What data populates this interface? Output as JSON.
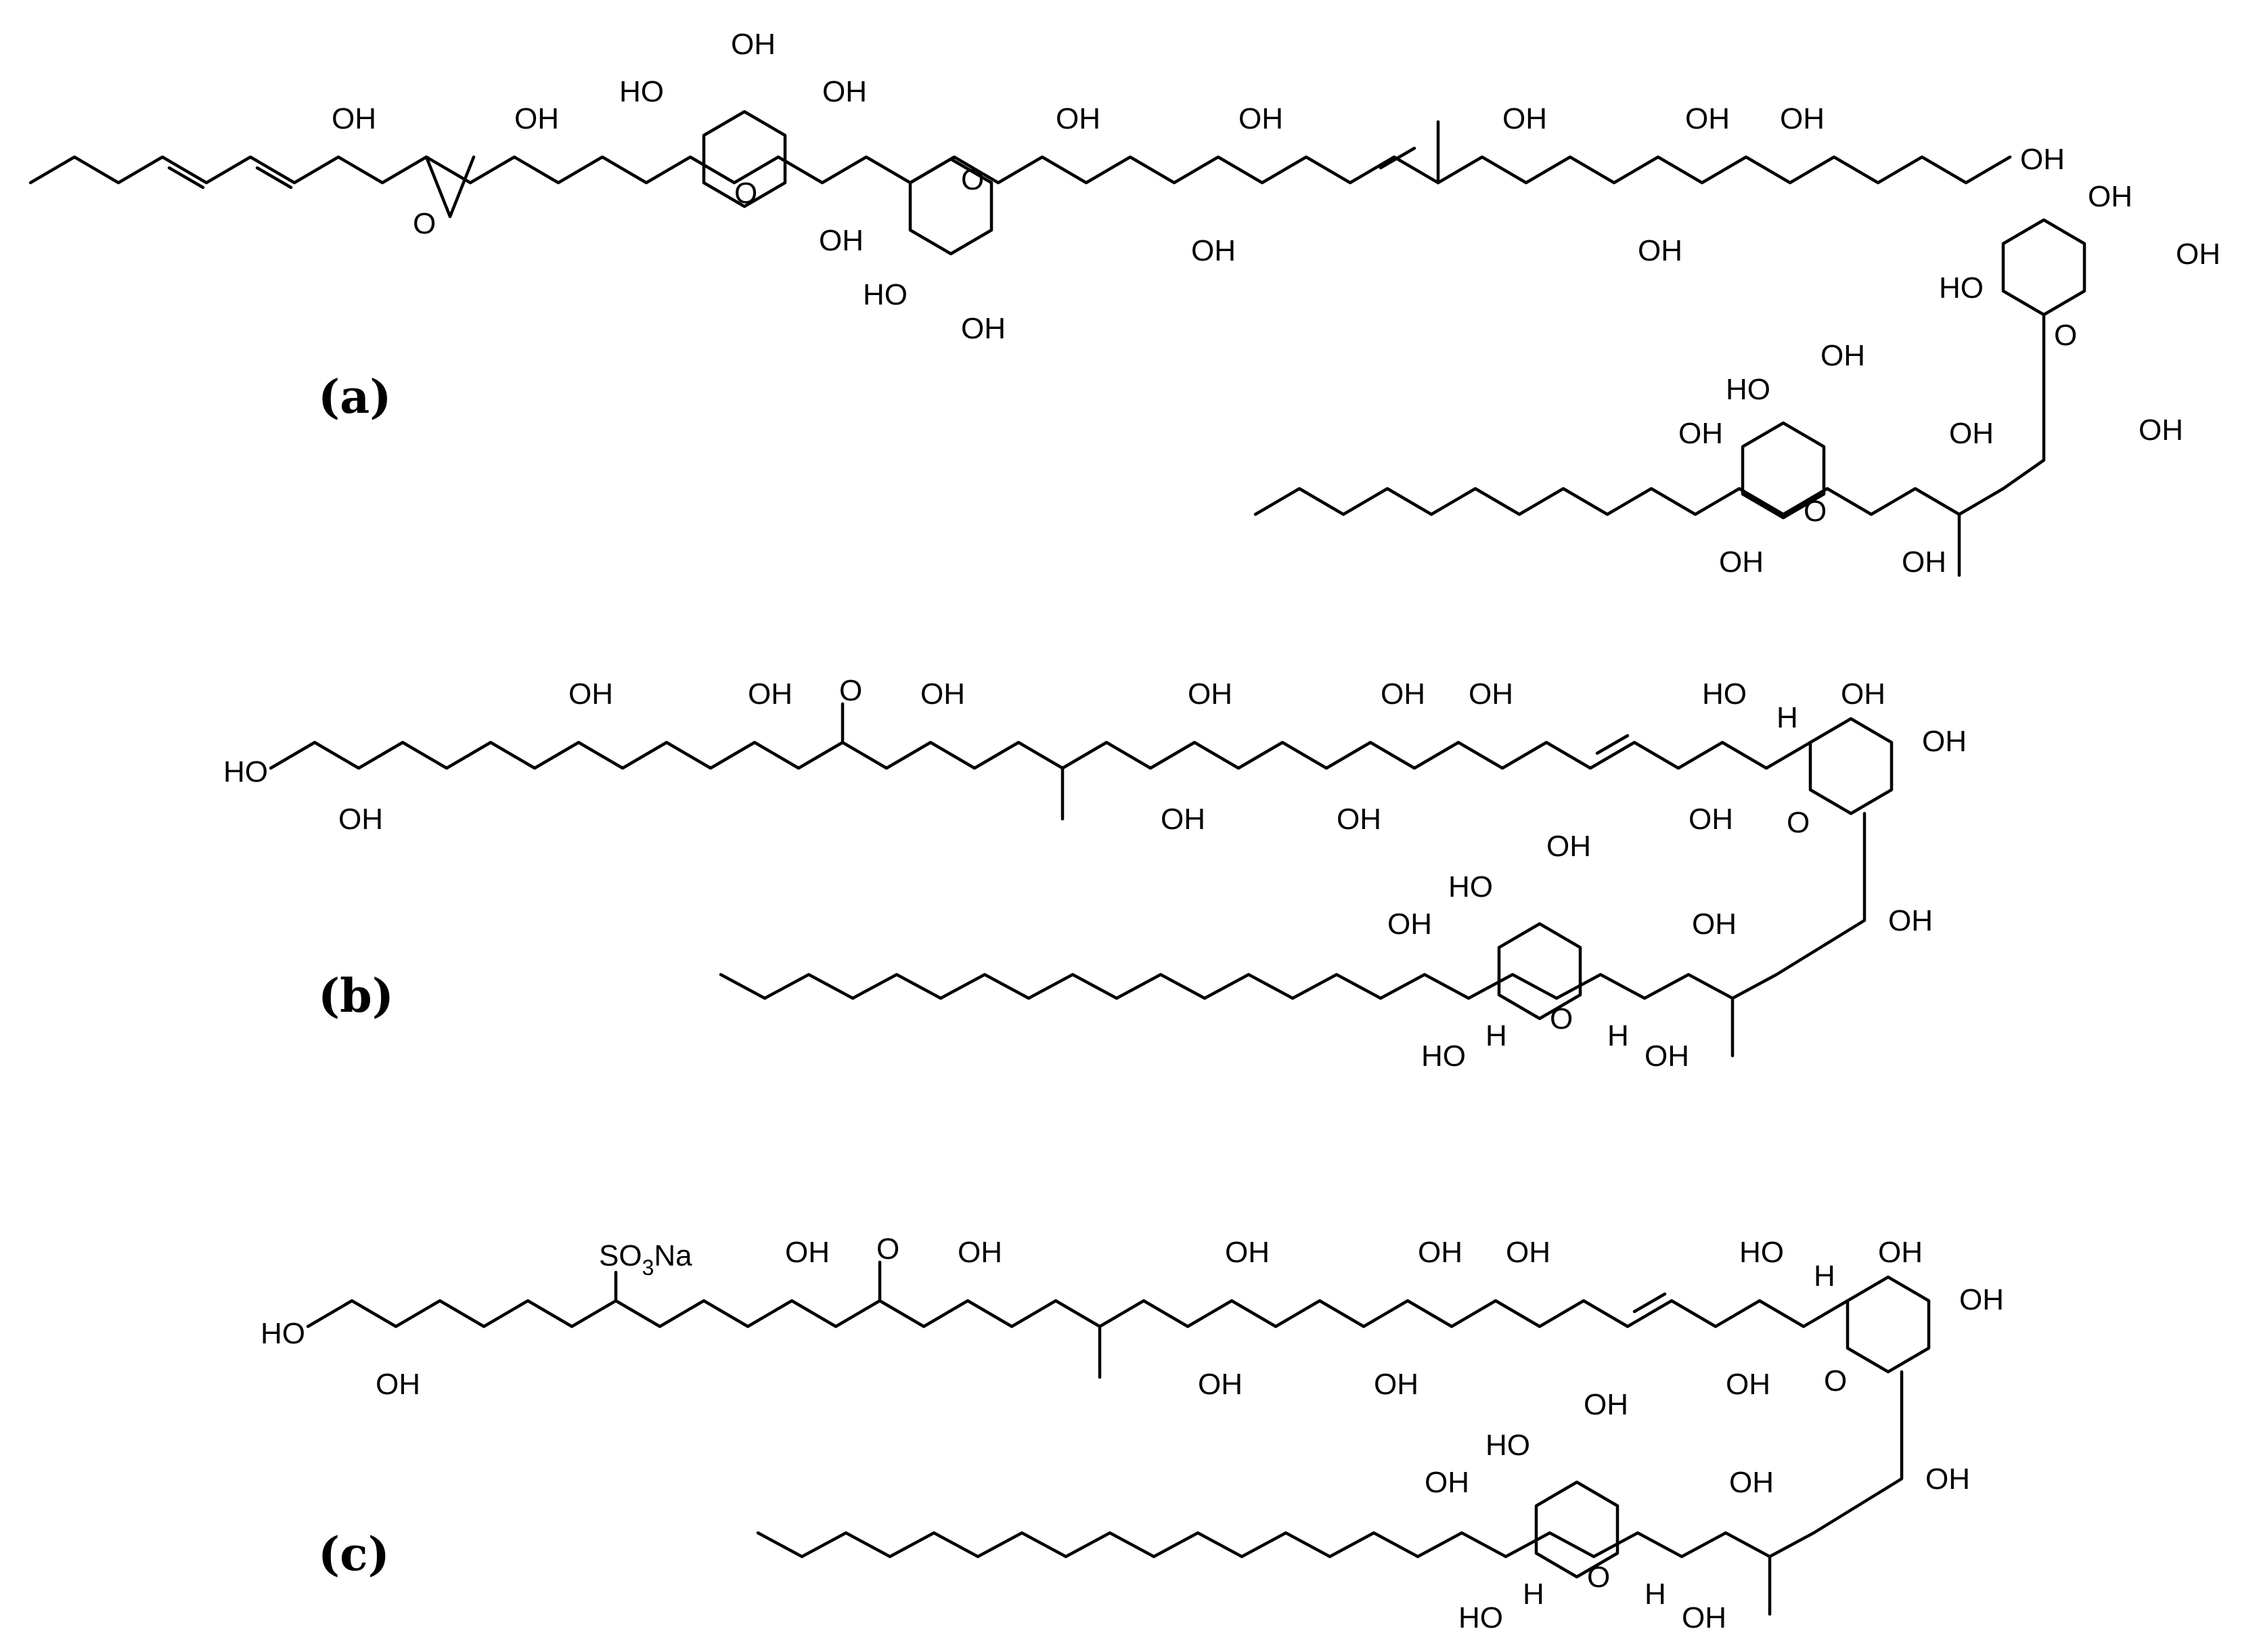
{
  "panels": [
    {
      "id": "a",
      "label": "(a)"
    },
    {
      "id": "b",
      "label": "(b)"
    },
    {
      "id": "c",
      "label": "(c)"
    }
  ],
  "atom_labels": {
    "hydroxyl": "OH",
    "hydroxyl_left": "HO",
    "oxygen": "O",
    "hydrogen": "H",
    "sulfonate": "SO",
    "sulfonate_subscript": "3",
    "sodium": "Na"
  }
}
